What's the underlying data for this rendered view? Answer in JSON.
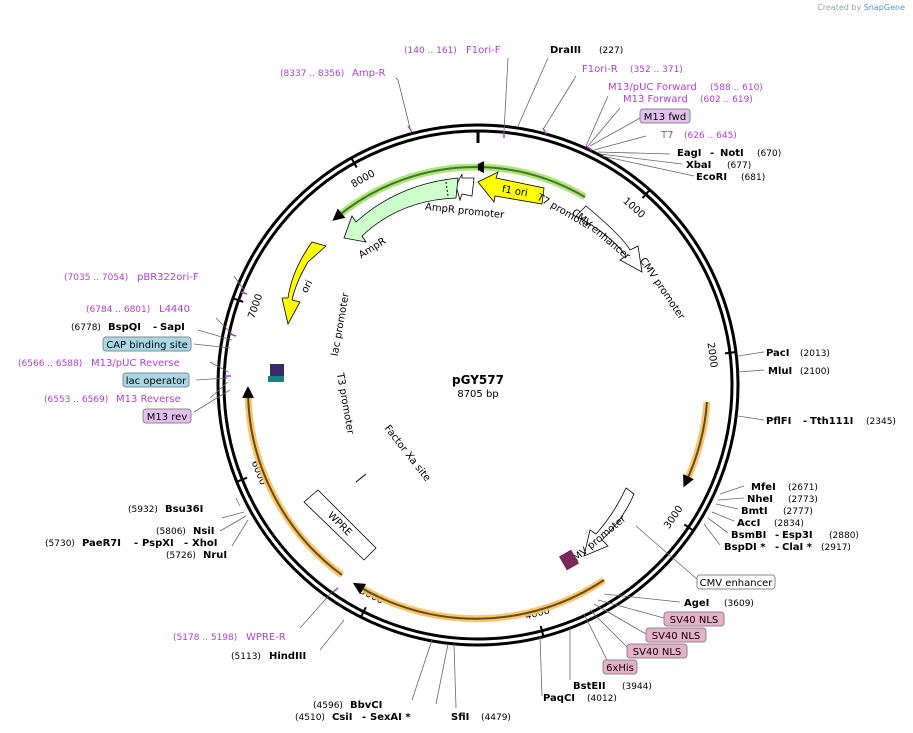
{
  "branding": {
    "created_by": "Created by",
    "app": "SnapGene"
  },
  "plasmid": {
    "name": "pGY577",
    "length_label": "8705 bp",
    "length": 8705
  },
  "ticks": [
    {
      "label": "1000",
      "pos": 1000
    },
    {
      "label": "2000",
      "pos": 2000
    },
    {
      "label": "3000",
      "pos": 3000
    },
    {
      "label": "4000",
      "pos": 4000
    },
    {
      "label": "5000",
      "pos": 5000
    },
    {
      "label": "6000",
      "pos": 6000
    },
    {
      "label": "7000",
      "pos": 7000
    },
    {
      "label": "8000",
      "pos": 8000
    }
  ],
  "enzymes": [
    {
      "name": "DraIII",
      "pos_label": "(227)"
    },
    {
      "name": "EagI",
      "name2": "NotI",
      "pos_label": "(670)"
    },
    {
      "name": "XbaI",
      "pos_label": "(677)"
    },
    {
      "name": "EcoRI",
      "pos_label": "(681)"
    },
    {
      "name": "PacI",
      "pos_label": "(2013)"
    },
    {
      "name": "MluI",
      "pos_label": "(2100)"
    },
    {
      "name": "PflFI",
      "name2": "Tth111I",
      "pos_label": "(2345)"
    },
    {
      "name": "MfeI",
      "pos_label": "(2671)"
    },
    {
      "name": "NheI",
      "pos_label": "(2773)"
    },
    {
      "name": "BmtI",
      "pos_label": "(2777)"
    },
    {
      "name": "AccI",
      "pos_label": "(2834)"
    },
    {
      "name": "BsmBI",
      "name2": "Esp3I",
      "pos_label": "(2880)"
    },
    {
      "name": "BspDI *",
      "name2": "ClaI *",
      "pos_label": "(2917)"
    },
    {
      "name": "AgeI",
      "pos_label": "(3609)"
    },
    {
      "name": "BstEII",
      "pos_label": "(3944)"
    },
    {
      "name": "PaqCI",
      "pos_label": "(4012)"
    },
    {
      "name": "SfiI",
      "pos_label": "(4479)"
    },
    {
      "name": "BbvCI",
      "pos_label": "(4596)"
    },
    {
      "name": "CsiI",
      "name2": "SexAI *",
      "pos_label": "(4510)"
    },
    {
      "name": "HindIII",
      "pos_label": "(5113)"
    },
    {
      "name": "NruI",
      "pos_label": "(5726)"
    },
    {
      "name": "PaeR7I",
      "name2": "PspXI",
      "name3": "XhoI",
      "pos_label": "(5730)"
    },
    {
      "name": "NsiI",
      "pos_label": "(5806)"
    },
    {
      "name": "Bsu36I",
      "pos_label": "(5932)"
    },
    {
      "name": "BspQI",
      "name2": "SapI",
      "pos_label": "(6778)"
    }
  ],
  "primers": [
    {
      "name": "F1ori-F",
      "pos_label": "(140 .. 161)"
    },
    {
      "name": "Amp-R",
      "pos_label": "(8337 .. 8356)"
    },
    {
      "name": "F1ori-R",
      "pos_label": "(352 .. 371)"
    },
    {
      "name": "M13/pUC Forward",
      "pos_label": "(588 .. 610)"
    },
    {
      "name": "M13 Forward",
      "pos_label": "(602 .. 619)"
    },
    {
      "name": "T7",
      "pos_label": "(626 .. 645)"
    },
    {
      "name": "pBR322ori-F",
      "pos_label": "(7035 .. 7054)"
    },
    {
      "name": "L4440",
      "pos_label": "(6784 .. 6801)"
    },
    {
      "name": "M13/pUC Reverse",
      "pos_label": "(6566 .. 6588)"
    },
    {
      "name": "M13 Reverse",
      "pos_label": "(6553 .. 6569)"
    },
    {
      "name": "WPRE-R",
      "pos_label": "(5178 .. 5198)"
    }
  ],
  "boxed_labels": [
    {
      "name": "M13 fwd",
      "kind": "primer-bind"
    },
    {
      "name": "CAP binding site",
      "kind": "protein-bind"
    },
    {
      "name": "lac operator",
      "kind": "protein-bind"
    },
    {
      "name": "M13 rev",
      "kind": "primer-bind"
    },
    {
      "name": "CMV enhancer",
      "kind": "enhancer"
    },
    {
      "name": "SV40 NLS",
      "kind": "nls"
    },
    {
      "name": "SV40 NLS",
      "kind": "nls"
    },
    {
      "name": "SV40 NLS",
      "kind": "nls"
    },
    {
      "name": "6xHis",
      "kind": "tag"
    }
  ],
  "features": [
    {
      "name": "f1 ori"
    },
    {
      "name": "AmpR promoter"
    },
    {
      "name": "AmpR"
    },
    {
      "name": "ori"
    },
    {
      "name": "T7 promoter"
    },
    {
      "name": "CMV enhancer"
    },
    {
      "name": "CMV promoter"
    },
    {
      "name": "CMV promoter"
    },
    {
      "name": "lac promoter"
    },
    {
      "name": "T3 promoter"
    },
    {
      "name": "Factor Xa site"
    },
    {
      "name": "WPRE"
    }
  ],
  "colors": {
    "backbone": "#000000",
    "primer": "#b040d0",
    "ori_yellow": "#ffff00",
    "ampr_green": "#ccffcc",
    "orf_glow_green": "#a8e070",
    "orf_glow_orange": "#f5c060",
    "boxed_blue": "#a8d8e8",
    "boxed_pink": "#e8b0c8",
    "boxed_primer": "#e4c0f0"
  }
}
